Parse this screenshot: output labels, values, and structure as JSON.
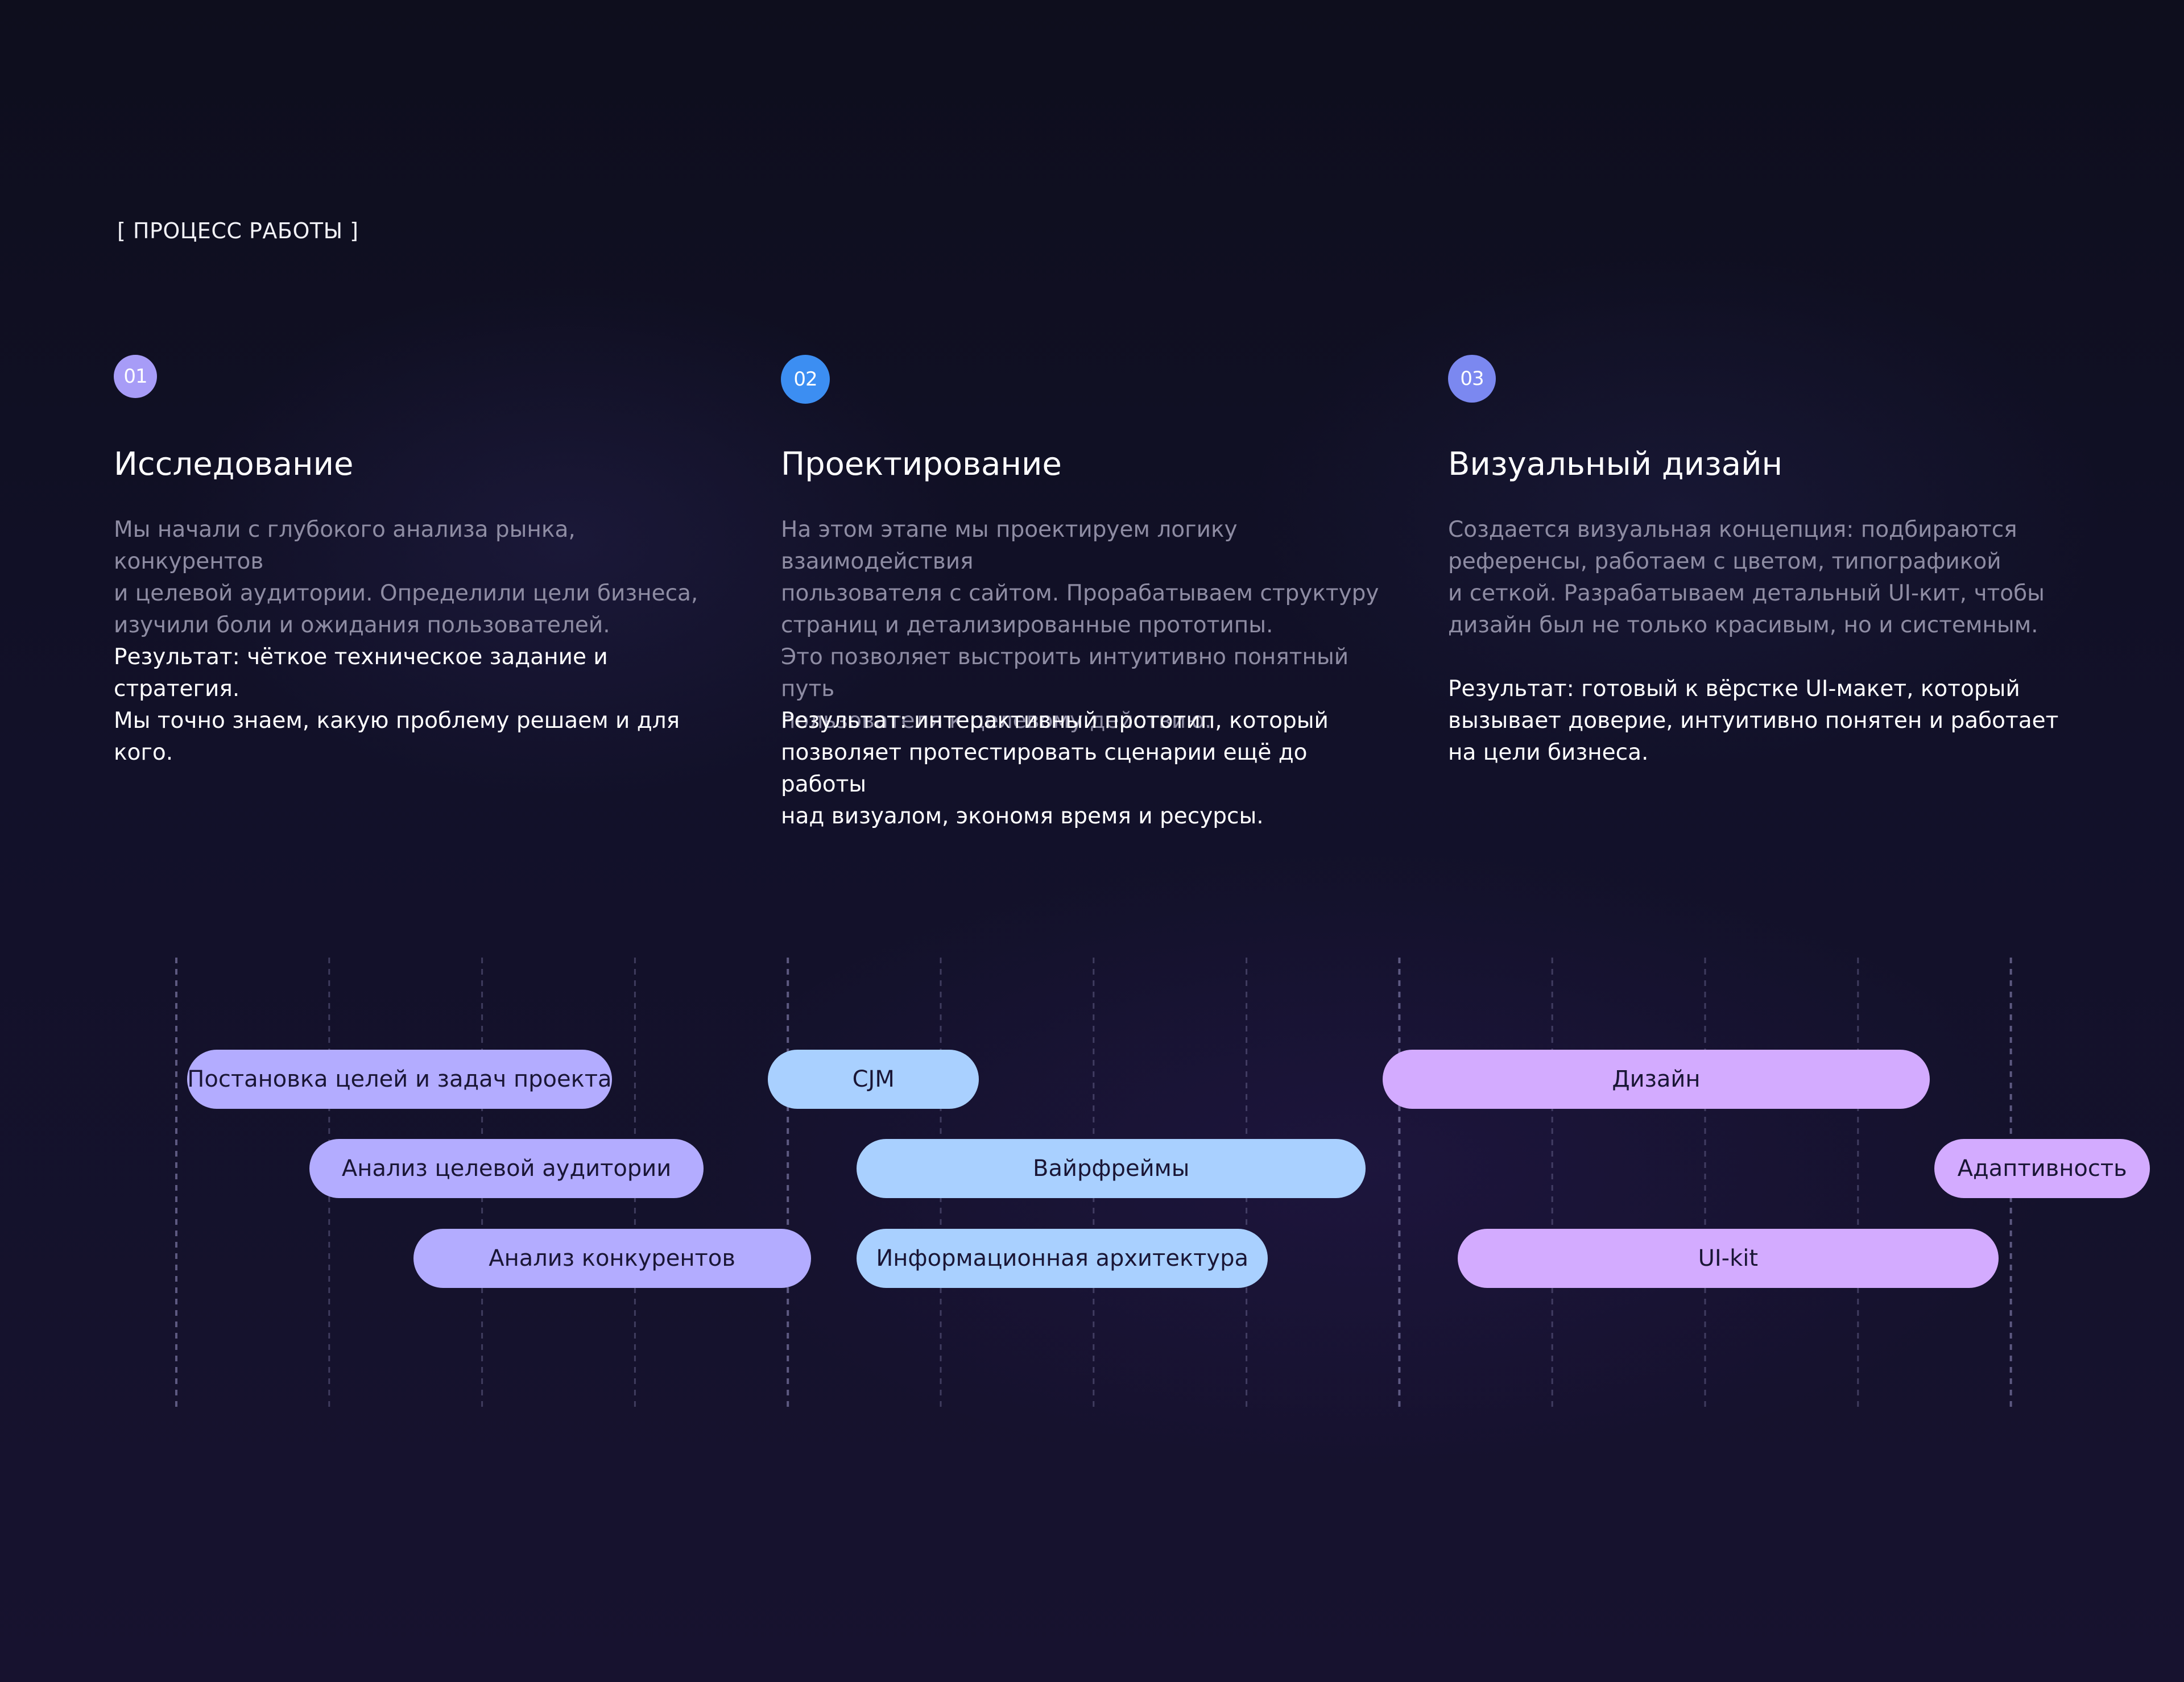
{
  "section_label": "[ ПРОЦЕСС РАБОТЫ ]",
  "colors": {
    "background": "#121129",
    "stage1": "#b3acff",
    "stage2": "#a9d0ff",
    "stage3": "#d3abff",
    "badge1": "#a79cf7",
    "badge2": "#3c8ef2",
    "badge3": "#7b88f0",
    "grid": "#6a6690"
  },
  "stages": [
    {
      "number": "01",
      "title": "Исследование",
      "description": "Мы начали с глубокого анализа рынка, конкурентов\nи целевой аудитории. Определили цели бизнеса,\nизучили боли и ожидания пользователей.",
      "result": "Результат: чёткое техническое задание и стратегия.\nМы точно знаем, какую проблему решаем и для кого."
    },
    {
      "number": "02",
      "title": "Проектирование",
      "description": "На этом этапе мы проектируем логику взаимодействия\nпользователя с сайтом. Прорабатываем структуру\nстраниц и детализированные прототипы.\nЭто позволяет выстроить интуитивно понятный путь\nпользователя к целевому действию.",
      "result": "Результат: интерактивный прототип, который\nпозволяет протестировать сценарии ещё до работы\nнад визуалом, экономя время и ресурсы."
    },
    {
      "number": "03",
      "title": "Визуальный дизайн",
      "description": "Создается визуальная концепция: подбираются\nреференсы, работаем с цветом, типографикой\nи сеткой. Разрабатываем детальный UI-кит, чтобы\nдизайн был не только красивым, но и системным.",
      "result": "Результат: готовый к вёрстке UI-макет, который\nвызывает доверие, интуитивно понятен и работает\nна цели бизнеса."
    }
  ],
  "timeline": {
    "columns": 13,
    "major_every": 4,
    "tasks": [
      {
        "label": "Постановка целей и задач проекта",
        "stage": 1,
        "row": 0,
        "start": 0.07,
        "end": 2.85
      },
      {
        "label": "Анализ целевой аудитории",
        "stage": 1,
        "row": 1,
        "start": 0.87,
        "end": 3.45
      },
      {
        "label": "Анализ конкурентов",
        "stage": 1,
        "row": 2,
        "start": 1.55,
        "end": 4.15
      },
      {
        "label": "CJM",
        "stage": 2,
        "row": 0,
        "start": 3.87,
        "end": 5.25
      },
      {
        "label": "Вайрфреймы",
        "stage": 2,
        "row": 1,
        "start": 4.45,
        "end": 7.78
      },
      {
        "label": "Информационная архитектура",
        "stage": 2,
        "row": 2,
        "start": 4.45,
        "end": 7.14
      },
      {
        "label": "Дизайн",
        "stage": 3,
        "row": 0,
        "start": 7.89,
        "end": 11.47
      },
      {
        "label": "Адаптивность",
        "stage": 3,
        "row": 1,
        "start": 11.5,
        "end": 12.91
      },
      {
        "label": "UI-kit",
        "stage": 3,
        "row": 2,
        "start": 8.38,
        "end": 11.92
      }
    ]
  }
}
